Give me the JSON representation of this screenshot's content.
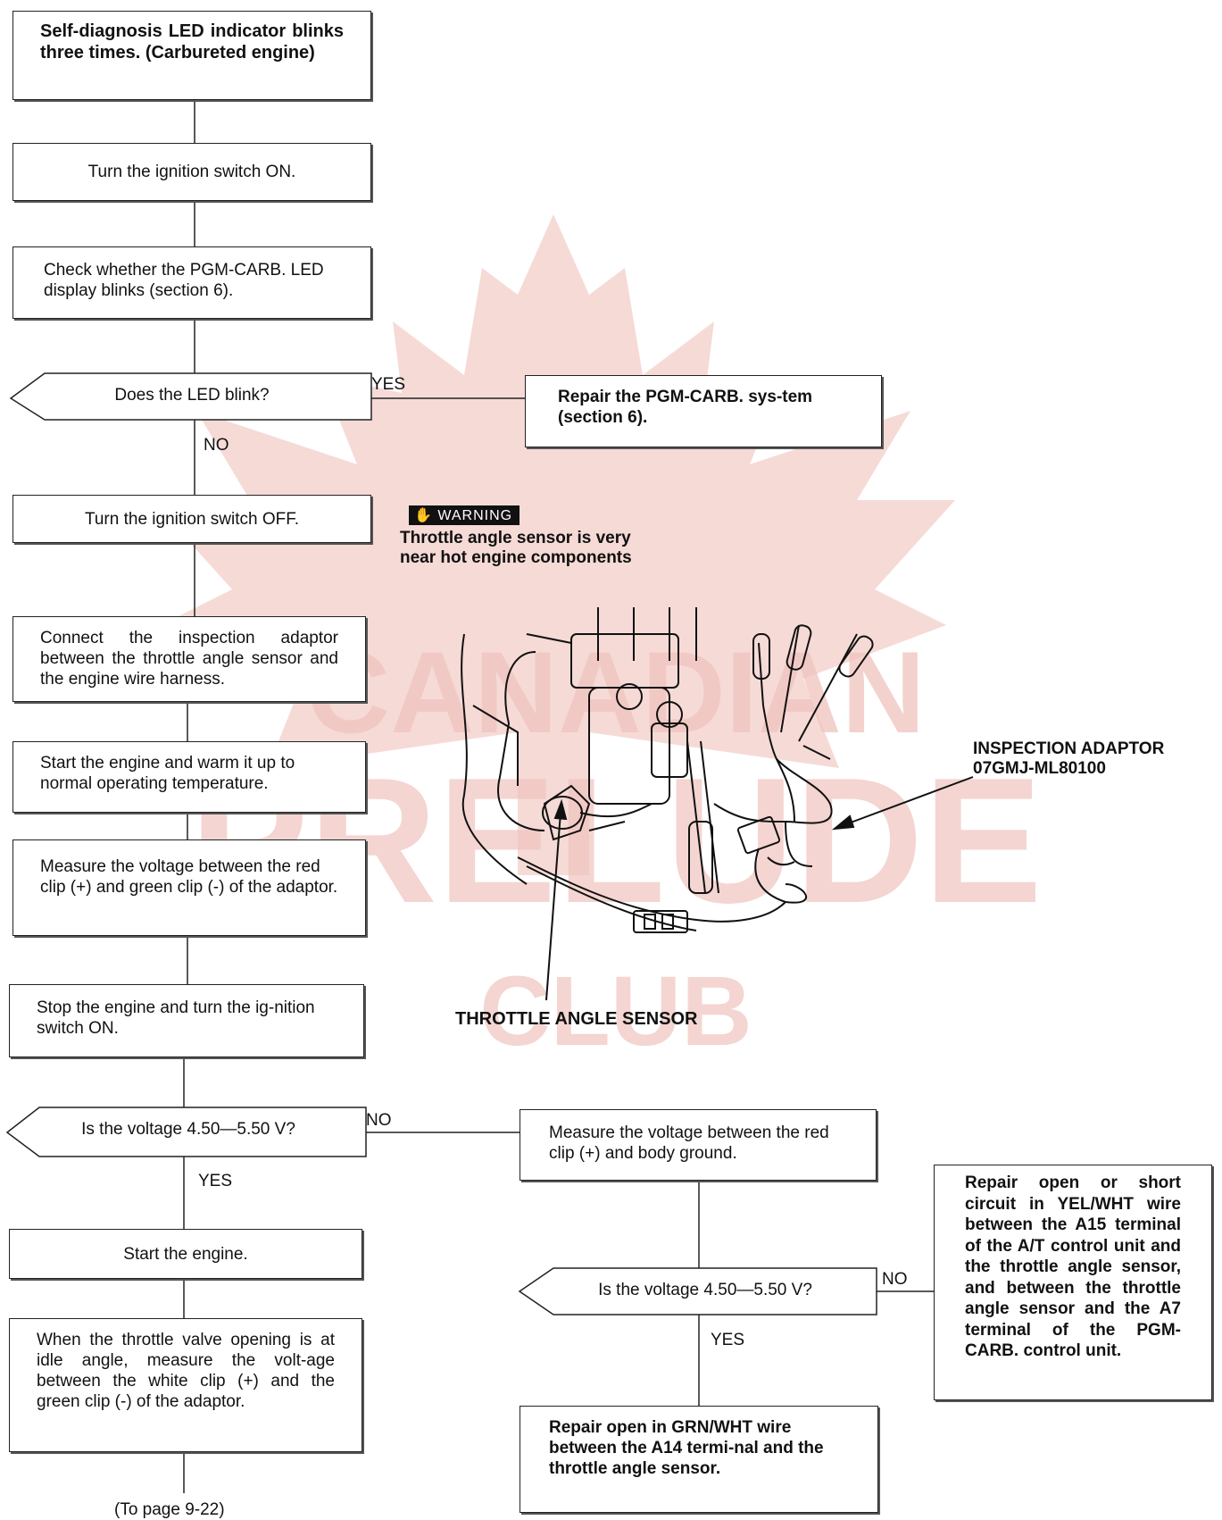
{
  "flowchart": {
    "start": "Self-diagnosis LED indicator blinks three times. (Carbureted engine)",
    "step_ignition_on": "Turn the ignition switch ON.",
    "step_check_led": "Check whether the PGM-CARB. LED display blinks (section 6).",
    "q_led_blink": "Does the LED blink?",
    "yes_1": "YES",
    "no_1": "NO",
    "repair_pgm_carb": "Repair the PGM-CARB. sys-tem (section 6).",
    "step_ignition_off": "Turn the ignition switch OFF.",
    "step_connect_adaptor": "Connect the inspection adaptor between the throttle angle sensor and the engine wire harness.",
    "step_warm_up": "Start the engine and warm it up to normal operating temperature.",
    "step_measure_red_green": "Measure the voltage between the red clip (+) and green clip (-) of the adaptor.",
    "step_stop_engine": "Stop the engine and turn the ig-nition switch ON.",
    "q_voltage_1": "Is the voltage 4.50—5.50 V?",
    "no_2": "NO",
    "yes_2": "YES",
    "step_start_engine": "Start the engine.",
    "step_idle_measure": "When the throttle valve opening is at idle angle, measure the volt-age between the white clip (+) and the green clip (-) of the adaptor.",
    "continued": "(To page 9-22)",
    "step_measure_body": "Measure the voltage between the red clip (+) and body ground.",
    "q_voltage_2": "Is the voltage 4.50—5.50 V?",
    "no_3": "NO",
    "yes_3": "YES",
    "repair_grn_wht": "Repair open in GRN/WHT wire between the A14 termi-nal and the throttle angle sensor.",
    "repair_yel_wht": "Repair open or short circuit in YEL/WHT wire between the A15 terminal of the A/T control unit and the throttle angle sensor, and between the throttle angle sensor and the A7 terminal of the PGM-CARB. control unit."
  },
  "warning": {
    "tag": "WARNING",
    "text": "Throttle angle sensor is very near hot engine components"
  },
  "illustration": {
    "adaptor_label_1": "INSPECTION ADAPTOR",
    "adaptor_label_2": "07GMJ-ML80100",
    "sensor_label": "THROTTLE ANGLE SENSOR"
  },
  "watermark": {
    "text_1": "CANADIAN",
    "text_2": "PRELUDE",
    "text_3": "CLUB",
    "color": "#f2c9c4"
  }
}
